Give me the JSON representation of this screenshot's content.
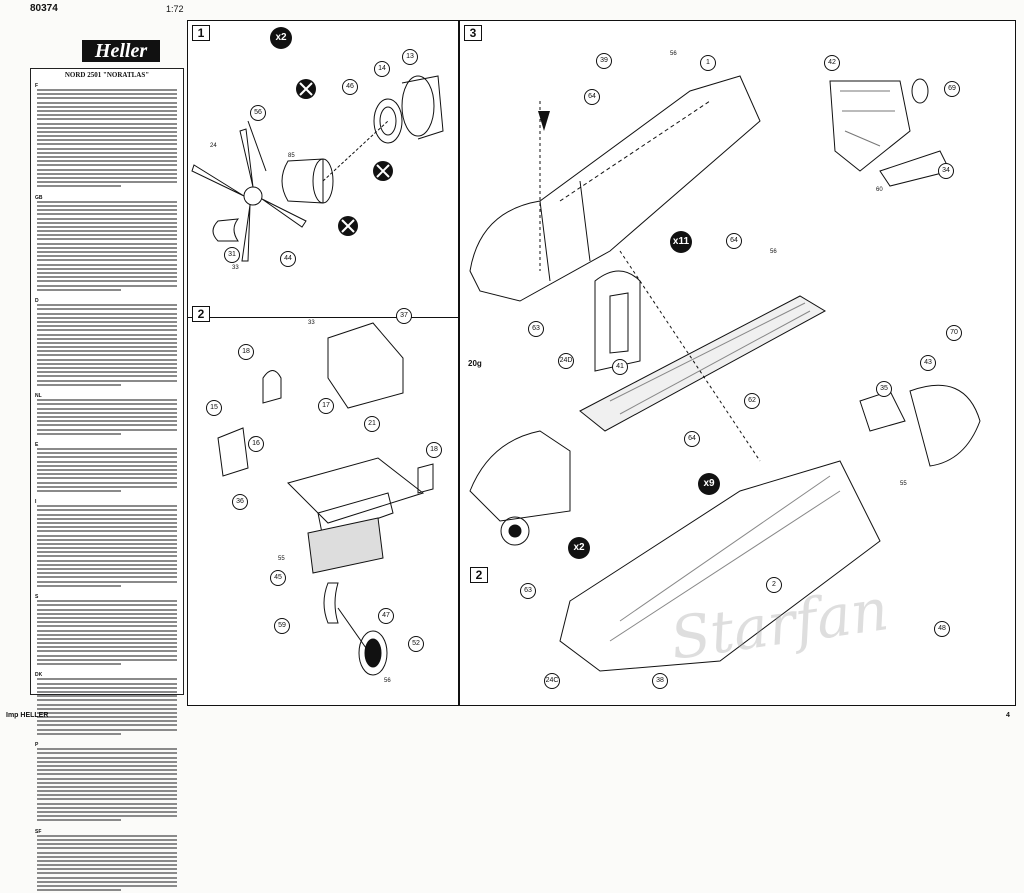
{
  "header": {
    "kit_number": "80374",
    "brand": "Heller",
    "scale": "1:72"
  },
  "text_column": {
    "title": "NORD 2501 \"NORATLAS\"",
    "paragraph_marks": [
      "F",
      "GB",
      "D",
      "NL",
      "E",
      "I",
      "S",
      "DK",
      "P",
      "SF"
    ]
  },
  "footer": {
    "imprint": "Imp HELLER"
  },
  "page_number": "4",
  "steps": [
    {
      "number": "1",
      "multiplier": "x2"
    },
    {
      "number": "2"
    },
    {
      "number": "3",
      "multipliers": [
        "x11",
        "x9",
        "x2"
      ],
      "substep": "2"
    }
  ],
  "glue_note": "20g",
  "watermark": "Starfan",
  "parts": {
    "panel1": [
      "13",
      "14",
      "46",
      "56",
      "24",
      "31",
      "33",
      "44",
      "85"
    ],
    "panel2": [
      "37",
      "33",
      "18",
      "15",
      "17",
      "21",
      "16",
      "36",
      "18",
      "45",
      "55",
      "59",
      "47",
      "52",
      "56"
    ],
    "panel3": [
      "39",
      "56",
      "64",
      "1",
      "42",
      "69",
      "34",
      "60",
      "64",
      "63",
      "24D",
      "41",
      "62",
      "70",
      "43",
      "35",
      "64",
      "2",
      "48",
      "63",
      "24C",
      "38",
      "56",
      "55"
    ]
  }
}
